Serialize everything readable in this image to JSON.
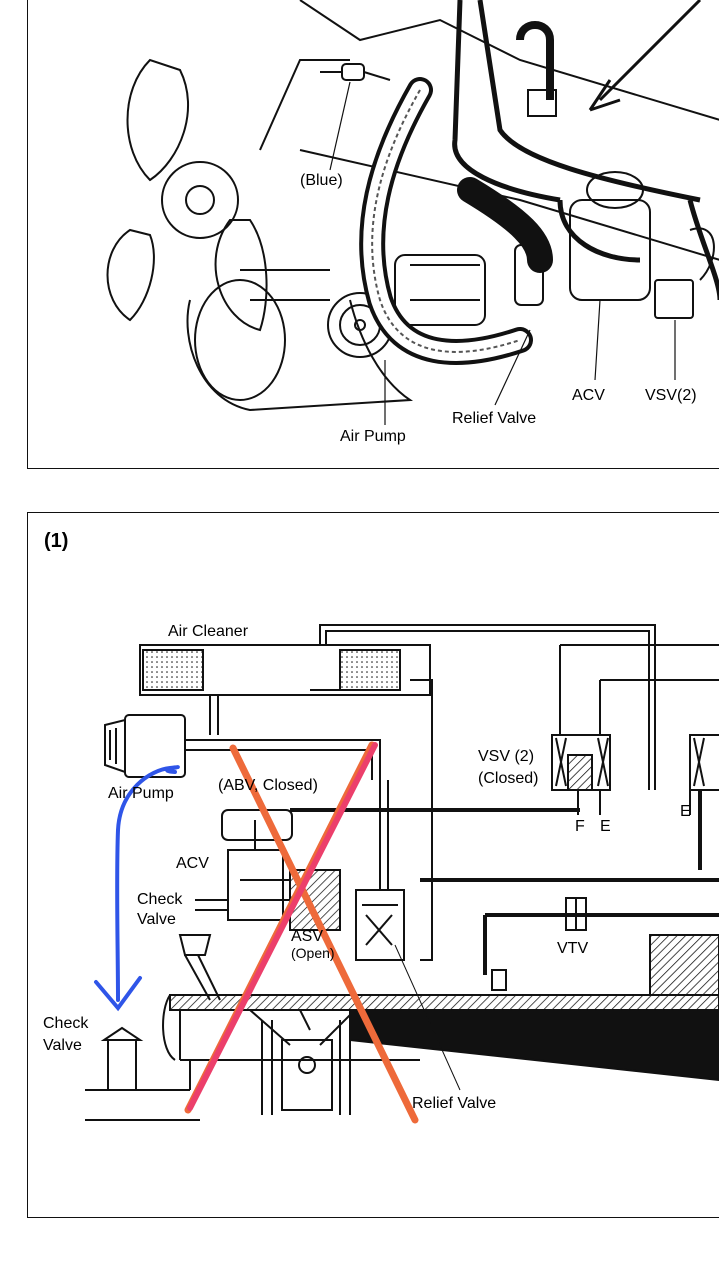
{
  "top_diagram": {
    "labels": {
      "blue": "(Blue)",
      "air_pump": "Air Pump",
      "relief_valve": "Relief Valve",
      "acv": "ACV",
      "vsv2": "VSV(2)"
    }
  },
  "bottom_diagram": {
    "panel_number": "(1)",
    "labels": {
      "air_cleaner": "Air Cleaner",
      "air_pump": "Air Pump",
      "abv_closed": "(ABV, Closed)",
      "vsv2": "VSV (2)",
      "vsv2_state": "(Closed)",
      "port_f": "F",
      "port_e": "E",
      "port_e_right": "E",
      "acv": "ACV",
      "check_valve_upper_1": "Check",
      "check_valve_upper_2": "Valve",
      "asv": "ASV",
      "asv_state": "(Open)",
      "vtv": "VTV",
      "check_valve_lower_1": "Check",
      "check_valve_lower_2": "Valve",
      "relief_valve": "Relief Valve"
    },
    "annotations": {
      "cross_color_1": "#ee6a3a",
      "cross_color_2": "#ec3f6b",
      "reroute_color": "#2f55e8"
    }
  }
}
